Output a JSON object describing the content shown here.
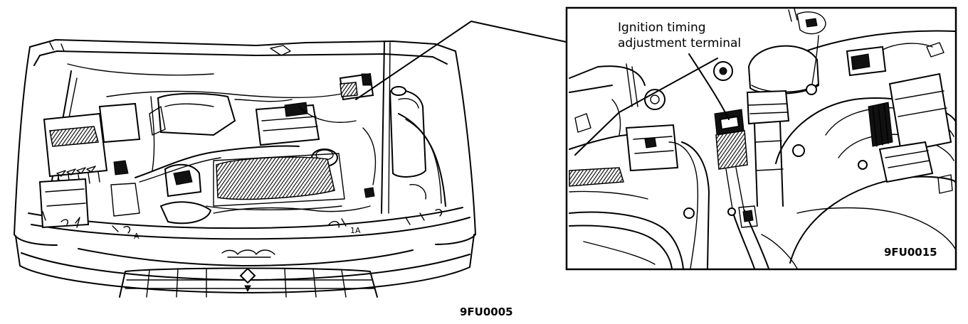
{
  "figure": {
    "main_code": "9FU0005",
    "inset_code": "9FU0015",
    "callout_line1": "Ignition timing",
    "callout_line2": "adjustment terminal",
    "engine_labels": [
      "A",
      "1A"
    ]
  }
}
